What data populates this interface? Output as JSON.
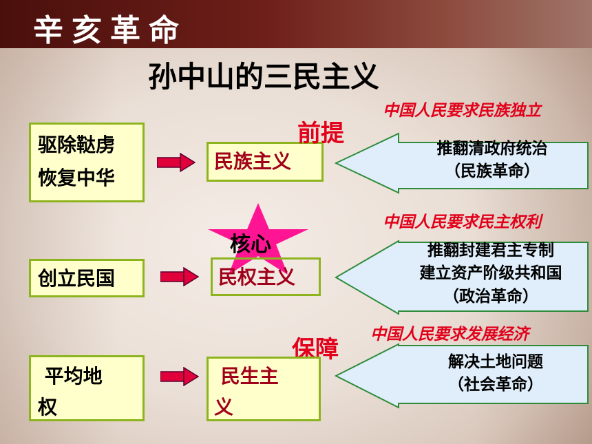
{
  "header": {
    "title": "辛亥革命"
  },
  "main_title": "孙中山的三民主义",
  "rows": [
    {
      "slogan_lines": [
        "驱除鞑虏",
        "恢复中华"
      ],
      "doctrine_lines": [
        "民族主义"
      ],
      "role": "前提",
      "demand": "中国人民要求民族独立",
      "content_lines": [
        "推翻清政府统治",
        "（民族革命）"
      ]
    },
    {
      "slogan_lines": [
        "创立民国"
      ],
      "doctrine_lines": [
        "民权主义"
      ],
      "role": "核心",
      "demand": "中国人民要求民主权利",
      "content_lines": [
        "推翻封建君主专制",
        "建立资产阶级共和国",
        "（政治革命）"
      ]
    },
    {
      "slogan_lines": [
        " 平均地",
        "权"
      ],
      "doctrine_lines": [
        " 民生主",
        "义"
      ],
      "role": "保障",
      "demand": "中国人民要求发展经济",
      "content_lines": [
        "解决土地问题",
        "（社会革命）"
      ]
    }
  ],
  "colors": {
    "header_bg": "#6e1f19",
    "box_border": "#8db41e",
    "box_fill": "#ffffcc",
    "accent_red": "#e2001a",
    "callout_fill": "#dfeefa",
    "callout_border": "#2e8b3a",
    "star_fill": "#ff1493",
    "arrow_fill": "#e0003a"
  },
  "icons": {
    "arrow": "right-arrow-icon",
    "star": "star-icon"
  }
}
